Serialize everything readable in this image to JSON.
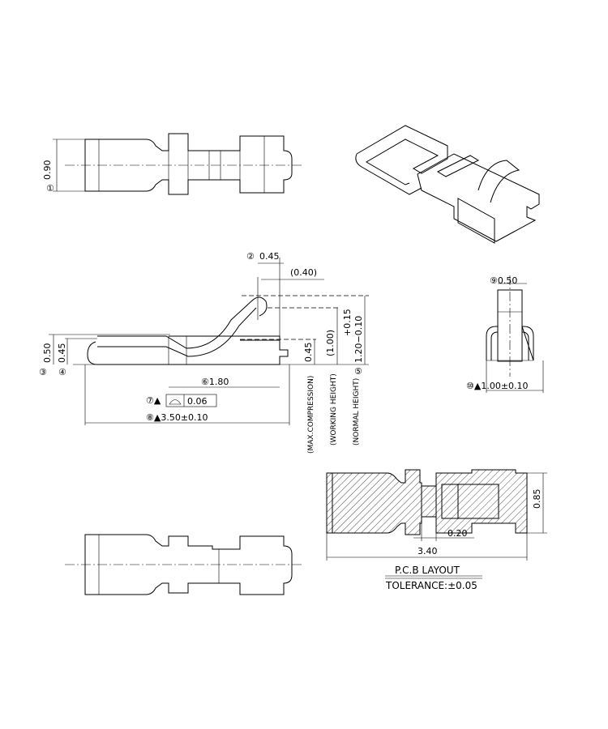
{
  "top_view": {
    "note1": "①",
    "dim_width": "0.90"
  },
  "side_view": {
    "note2": "②",
    "dim_tip": "0.45",
    "dim_offset": "(0.40)",
    "tol_plus": "+0.15",
    "dim_normal_height": "1.20−0.10",
    "note5": "⑤",
    "dim_working": "(1.00)",
    "dim_max_comp": "0.45",
    "dim_left_050": "0.50",
    "dim_left_045": "0.45",
    "note3": "③",
    "note4": "④",
    "dim_180": "⑥1.80",
    "flatness_label": "⑦▲",
    "flatness_value": "0.06",
    "dim_length": "⑧▲3.50±0.10",
    "label_max": "(MAX.COMPRESSION)",
    "label_working": "(WORKING HEIGHT)",
    "label_normal": "(NORMAL HEIGHT)"
  },
  "end_view": {
    "dim_top": "⑨0.50",
    "dim_bottom": "⑩▲1.00±0.10"
  },
  "pcb_layout": {
    "dim_height": "0.85",
    "dim_gap": "0.20",
    "dim_total": "3.40",
    "title": "P.C.B  LAYOUT",
    "tolerance": "TOLERANCE:±0.05"
  }
}
